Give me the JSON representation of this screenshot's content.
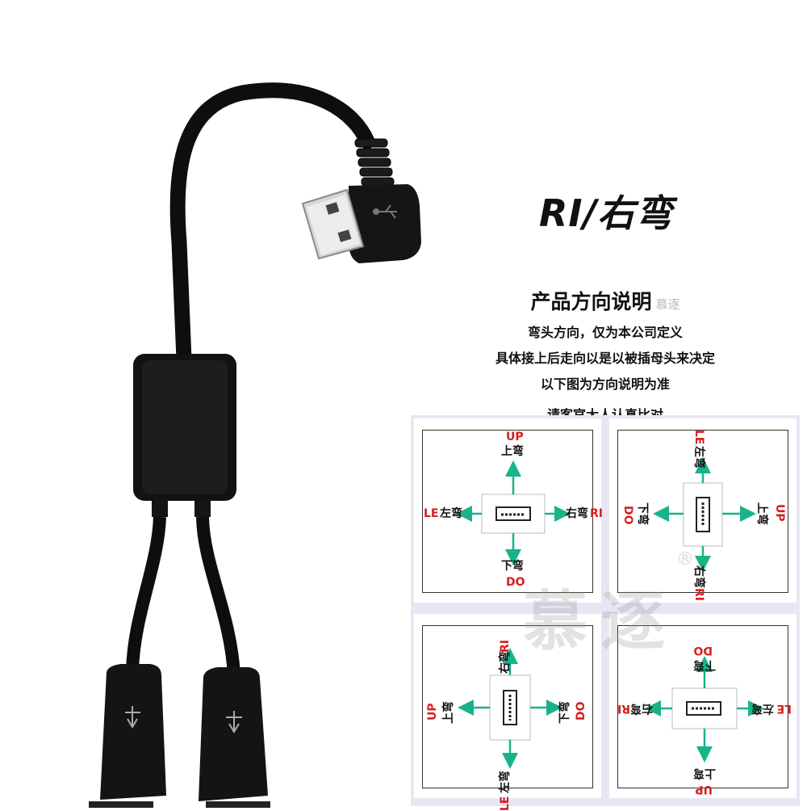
{
  "hero_label": "RI/右弯",
  "notes": {
    "title": "产品方向说明",
    "title_watermark": "慕逐",
    "lines": [
      "弯头方向，仅为本公司定义",
      "具体接上后走向以是以被插母头来决定",
      "以下图为方向说明为准",
      "请客官大人认真比对"
    ]
  },
  "diagram_labels": {
    "up_code": "UP",
    "up_text": "上弯",
    "down_code": "DO",
    "down_text": "下弯",
    "left_code": "LE",
    "left_text": "左弯",
    "right_code": "RI",
    "right_text": "右弯"
  },
  "watermark": "慕逐",
  "registered_mark": "®",
  "colors": {
    "arrow": "#19b38a",
    "label_red": "#d81e1e",
    "panel_bg": "#e8e6f3",
    "cable": "#111111"
  }
}
